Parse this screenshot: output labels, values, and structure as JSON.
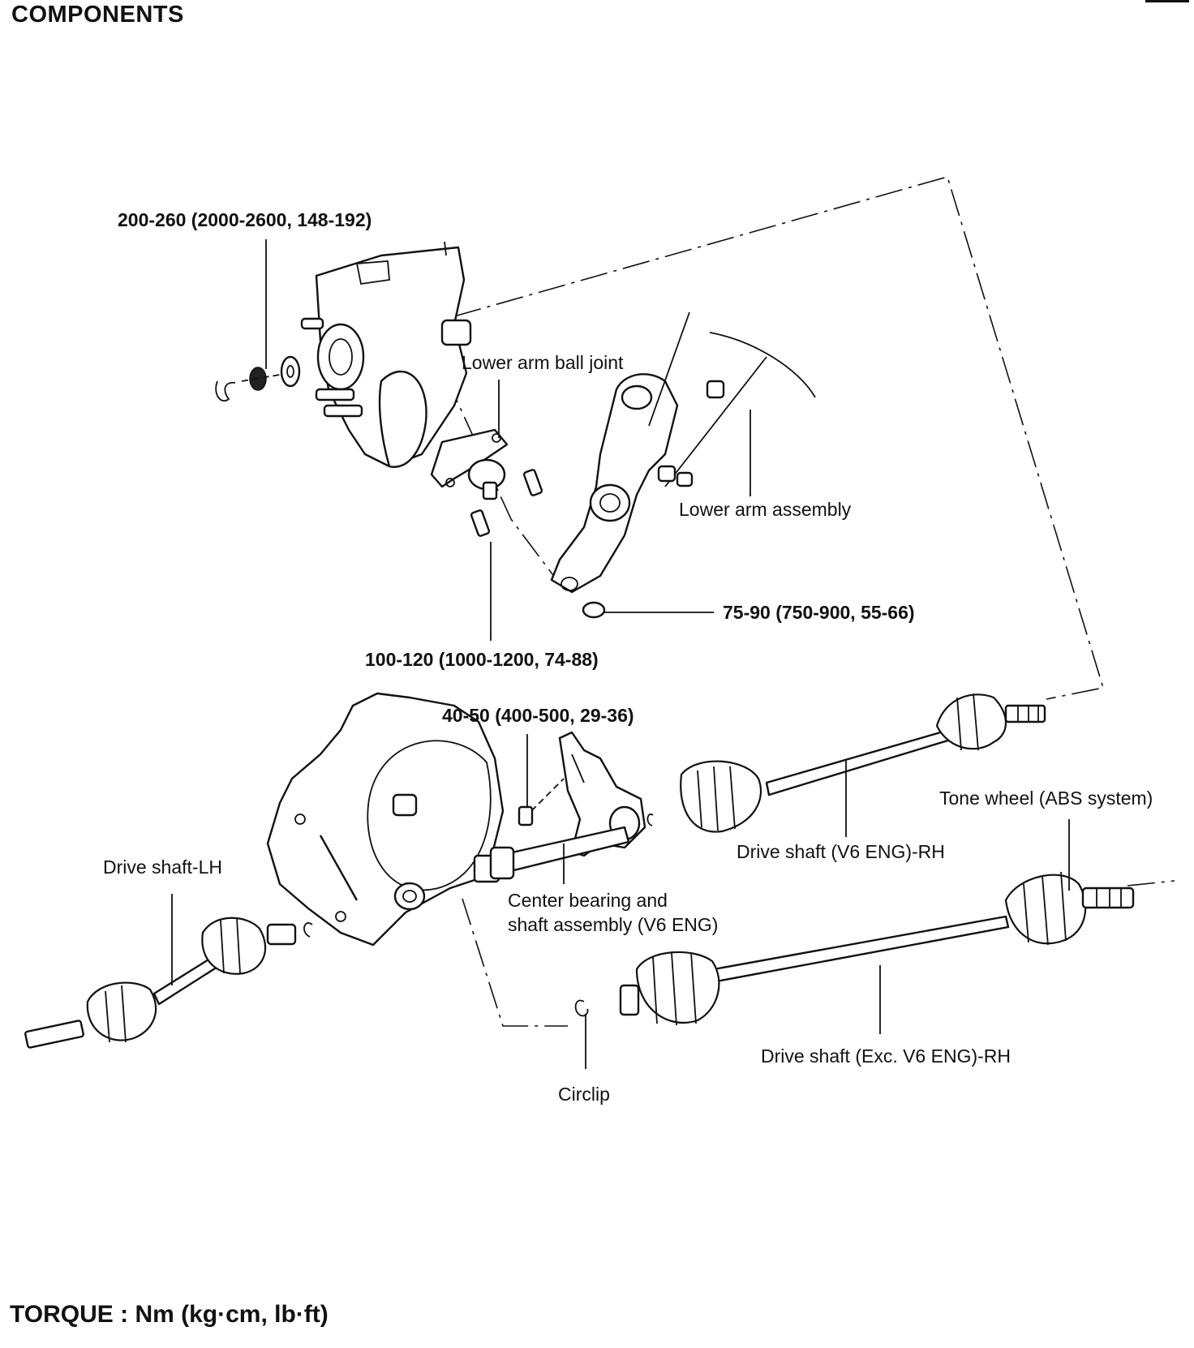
{
  "page": {
    "title": "COMPONENTS",
    "torque_note": "TORQUE : Nm (kg·cm, lb·ft)"
  },
  "callouts": {
    "torque_hub_nut": "200-260 (2000-2600, 148-192)",
    "lower_arm_ball_joint": "Lower arm ball joint",
    "lower_arm_assembly": "Lower arm assembly",
    "torque_ball_joint_nut": "75-90 (750-900, 55-66)",
    "torque_ball_joint_bolt": "100-120 (1000-1200, 74-88)",
    "torque_bearing_bracket": "40-50 (400-500, 29-36)",
    "tone_wheel": "Tone wheel (ABS system)",
    "drive_shaft_v6_rh": "Drive shaft (V6 ENG)-RH",
    "drive_shaft_lh": "Drive shaft-LH",
    "center_bearing_line1": "Center bearing and",
    "center_bearing_line2": "shaft assembly (V6 ENG)",
    "drive_shaft_exc_v6_rh": "Drive shaft (Exc. V6 ENG)-RH",
    "circlip": "Circlip"
  },
  "icons": {
    "hub_knuckle": "steering-knuckle-icon",
    "ball_joint": "ball-joint-icon",
    "lower_arm": "lower-arm-icon",
    "transaxle": "transaxle-case-icon",
    "bearing_bracket": "center-bearing-bracket-icon",
    "shaft_v6": "drive-shaft-icon",
    "shaft_lh": "drive-shaft-icon",
    "shaft_exc_v6": "drive-shaft-icon",
    "circlip": "circlip-icon"
  }
}
